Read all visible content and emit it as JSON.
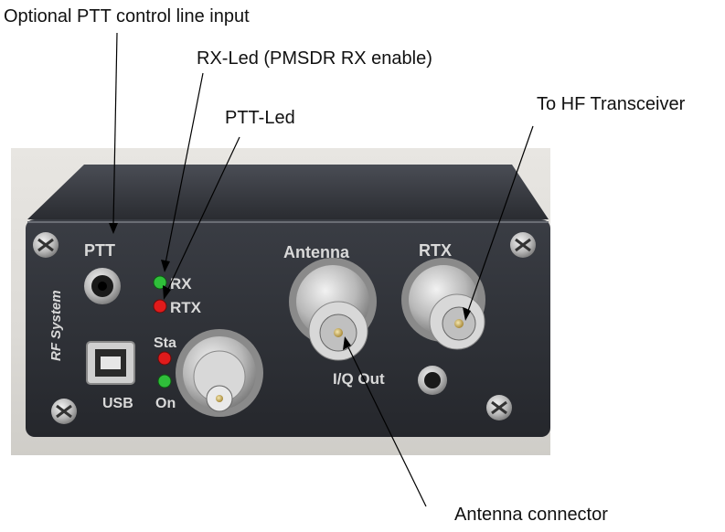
{
  "callouts": {
    "ptt_input": "Optional PTT control line input",
    "rx_led": "RX-Led (PMSDR RX enable)",
    "ptt_led": "PTT-Led",
    "hf_transceiver": "To HF Transceiver",
    "antenna_connector": "Antenna connector"
  },
  "panel_labels": {
    "ptt": "PTT",
    "antenna": "Antenna",
    "rtx": "RTX",
    "rx": "RX",
    "rtx_led": "RTX",
    "sta": "Sta",
    "on": "On",
    "usb": "USB",
    "iq_out": "I/Q Out",
    "brand": "RF System"
  },
  "colors": {
    "panel": "#2e3138",
    "led_green": "#2fbf3a",
    "led_red": "#e01b1b",
    "connector_metal": "#c9c9c9"
  },
  "icons": [
    "screw-icon",
    "bnc-connector-icon",
    "usb-b-port-icon",
    "audio-jack-icon",
    "led-icon"
  ]
}
